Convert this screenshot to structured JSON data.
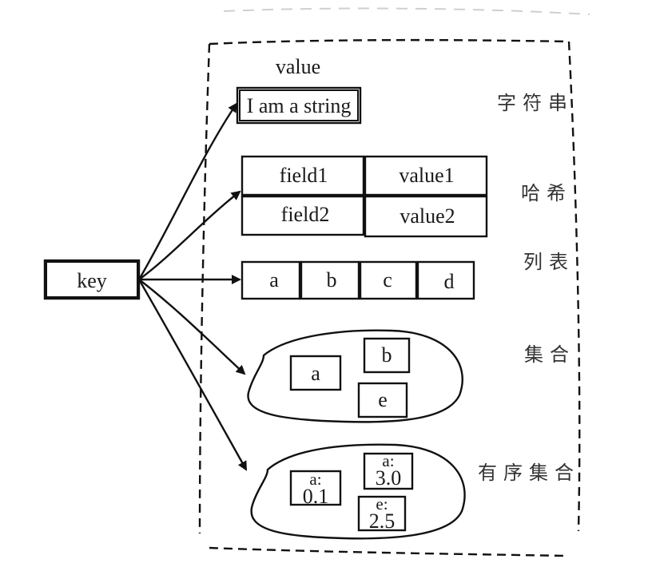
{
  "key_label": "key",
  "value_label": "value",
  "string_type": {
    "value": "I am a string",
    "label": "字符串"
  },
  "hash_type": {
    "rows": [
      {
        "field": "field1",
        "value": "value1"
      },
      {
        "field": "field2",
        "value": "value2"
      }
    ],
    "label": "哈希"
  },
  "list_type": {
    "items": [
      "a",
      "b",
      "c",
      "d"
    ],
    "label": "列表"
  },
  "set_type": {
    "members": [
      "a",
      "b",
      "e"
    ],
    "label": "集合"
  },
  "zset_type": {
    "members": [
      {
        "member": "a:",
        "score": "0.1"
      },
      {
        "member": "a:",
        "score": "3.0"
      },
      {
        "member": "e:",
        "score": "2.5"
      }
    ],
    "label": "有序集合"
  }
}
